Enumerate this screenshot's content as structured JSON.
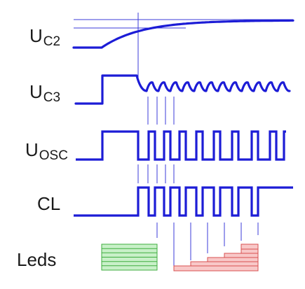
{
  "signals": [
    {
      "id": "uc2",
      "main": "U",
      "sub": "C2"
    },
    {
      "id": "uc3",
      "main": "U",
      "sub": "C3"
    },
    {
      "id": "uosc",
      "main": "U",
      "sub": "OSC"
    },
    {
      "id": "cl",
      "main": "CL",
      "sub": ""
    }
  ],
  "leds_label": "Leds",
  "colors": {
    "trace": "#1c1cd6",
    "guide": "#3b3bd8",
    "green_fill": "#c8f0c8",
    "green_line": "#3fae3f",
    "red_fill": "#f8c8c8",
    "red_line": "#d85050",
    "label": "#1a1a1a"
  }
}
